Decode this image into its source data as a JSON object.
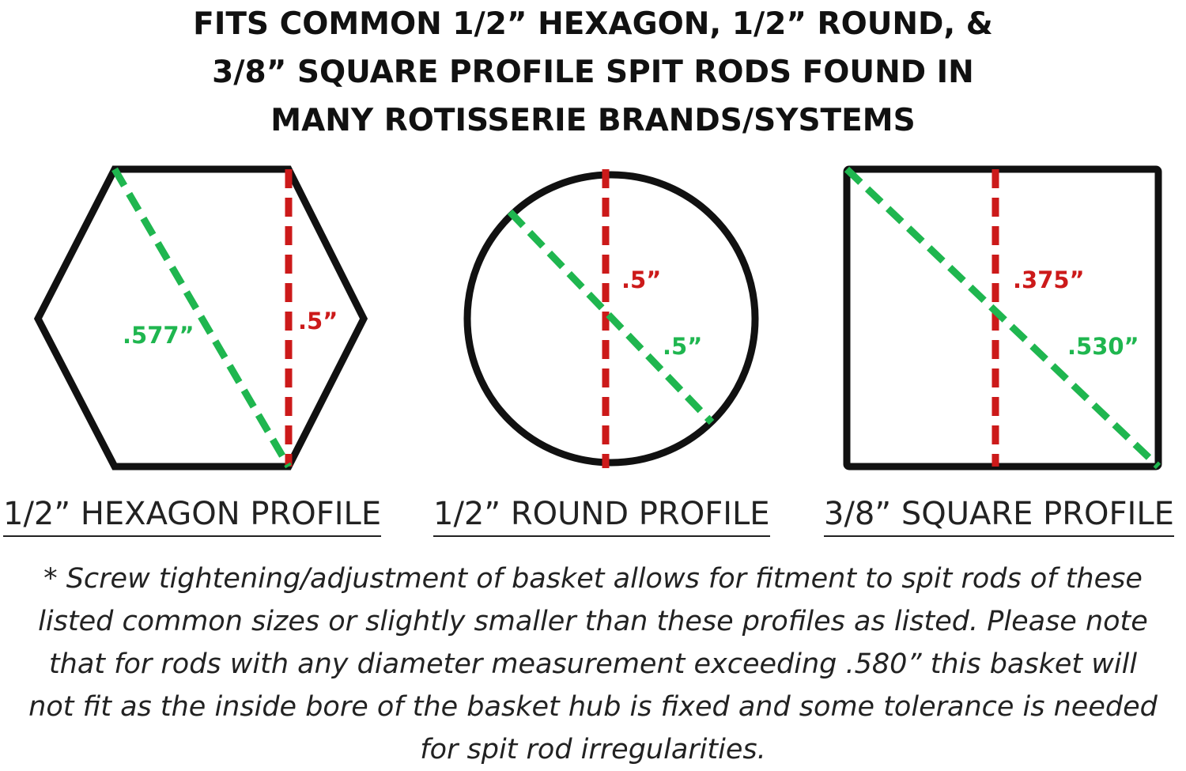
{
  "title": {
    "lines": [
      "FITS COMMON 1/2” HEXAGON, 1/2” ROUND, &",
      "3/8” SQUARE PROFILE SPIT RODS FOUND IN",
      "MANY ROTISSERIE BRANDS/SYSTEMS"
    ]
  },
  "colors": {
    "outline": "#111111",
    "red_dimension": "#cc1a1a",
    "green_dimension": "#1fb64f"
  },
  "profiles": [
    {
      "label": "1/2” HEXAGON PROFILE",
      "shape": "hexagon",
      "red_value": ".5”",
      "green_value": ".577”"
    },
    {
      "label": "1/2” ROUND PROFILE",
      "shape": "circle",
      "red_value": ".5”",
      "green_value": ".5”"
    },
    {
      "label": "3/8” SQUARE PROFILE",
      "shape": "square",
      "red_value": ".375”",
      "green_value": ".530”"
    }
  ],
  "note": {
    "lines": [
      "* Screw tightening/adjustment of basket allows for fitment to spit rods of these",
      "listed common sizes or slightly smaller than these profiles as listed. Please note",
      "that for rods with any diameter measurement exceeding .580” this basket will",
      "not fit as the inside bore of the basket hub is fixed and some tolerance is needed",
      "for spit rod irregularities."
    ]
  }
}
